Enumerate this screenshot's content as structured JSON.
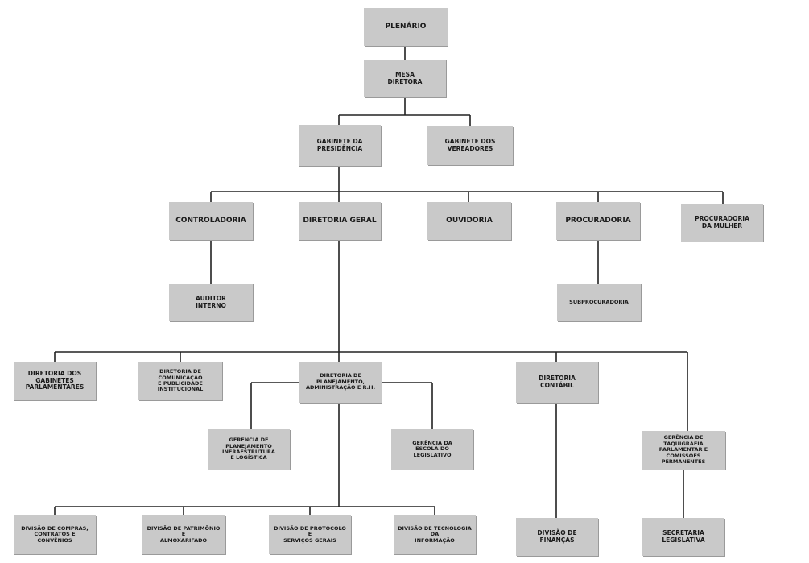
{
  "org_chart": {
    "plenario": "PLENÁRIO",
    "mesa": "MESA\nDIRETORA",
    "gab_presidencia": "GABINETE DA\nPRESIDÊNCIA",
    "gab_vereadores": "GABINETE DOS\nVEREADORES",
    "controladoria": "CONTROLADORIA",
    "diretoria_geral": "DIRETORIA GERAL",
    "ouvidoria": "OUVIDORIA",
    "procuradoria": "PROCURADORIA",
    "procuradoria_mulher": "PROCURADORIA\nDA MULHER",
    "auditor": "AUDITOR\nINTERNO",
    "subprocuradoria": "SUBPROCURADORIA",
    "dir_gabinetes": "DIRETORIA DOS\nGABINETES\nPARLAMENTARES",
    "dir_comunicacao": "DIRETORIA DE COMUNICAÇÃO\nE PUBLICIDADE\nINSTITUCIONAL",
    "dir_planejamento": "DIRETORIA DE\nPLANEJAMENTO,\nADMINISTRAÇÃO E R.H.",
    "dir_contabil": "DIRETORIA\nCONTÁBIL",
    "ger_taquigrafia": "GERÊNCIA DE TAQUIGRAFIA\nPARLAMENTAR E COMISSÕES\nPERMANENTES",
    "ger_planejamento": "GERÊNCIA DE\nPLANEJAMENTO\nINFRAESTRUTURA\nE LOGÍSTICA",
    "ger_escola": "GERÊNCIA DA\nESCOLA DO\nLEGISLATIVO",
    "div_compras": "DIVISÃO DE COMPRAS,\nCONTRATOS E\nCONVÊNIOS",
    "div_patrimonio": "DIVISÃO DE PATRIMÔNIO\nE\nALMOXARIFADO",
    "div_protocolo": "DIVISÃO DE PROTOCOLO\nE\nSERVIÇOS GERAIS",
    "div_tecnologia": "DIVISÃO DE TECNOLOGIA\nDA\nINFORMAÇÃO",
    "div_financas": "DIVISÃO DE\nFINANÇAS",
    "secretaria": "SECRETARIA\nLEGISLATIVA"
  },
  "colors": {
    "box_fill": "#c9c9c9",
    "line": "#222222"
  }
}
